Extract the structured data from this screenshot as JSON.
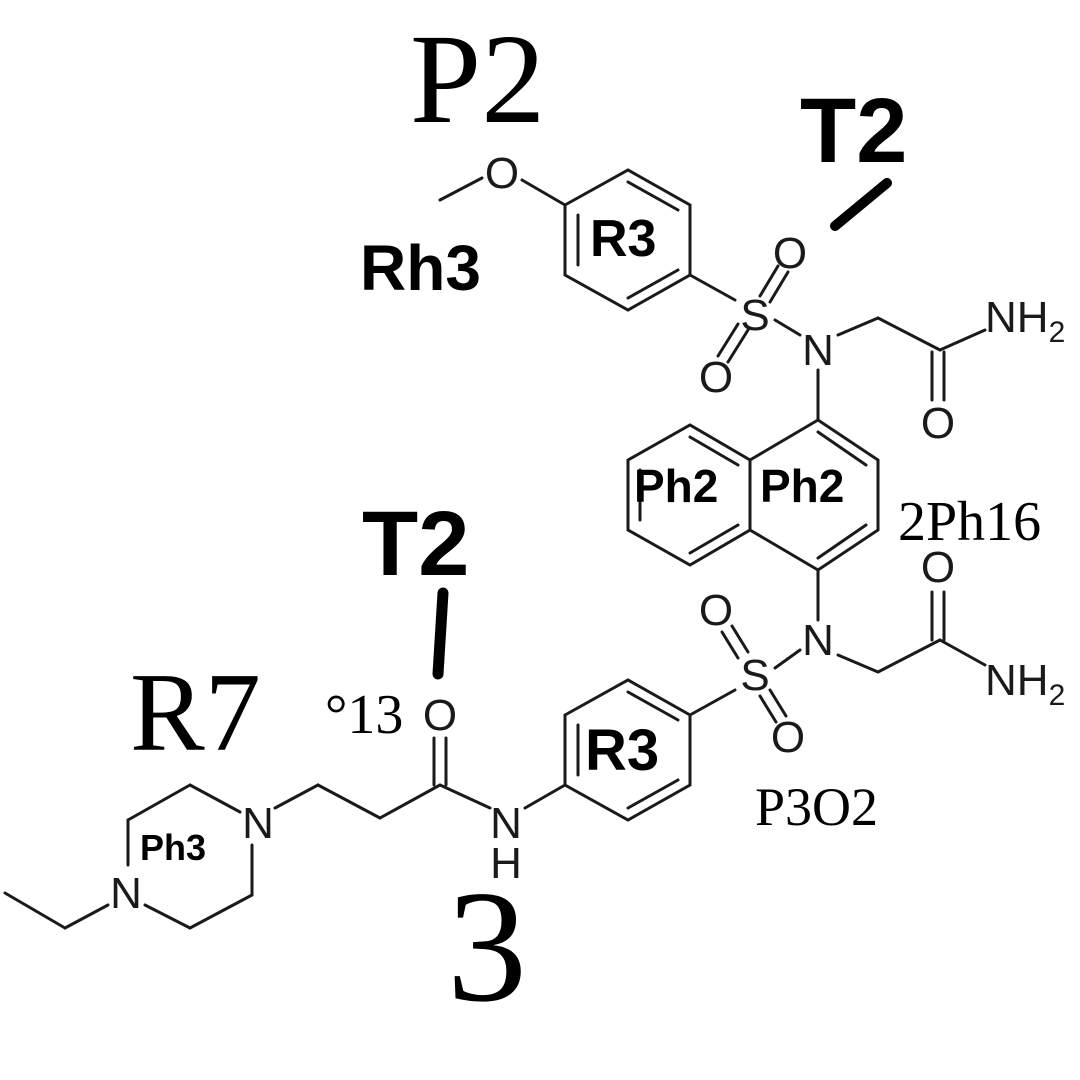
{
  "labels": {
    "top_title": "P2",
    "rh3": "Rh3",
    "t2_top": "T2",
    "t2_mid": "T2",
    "ring_r3_top": "R3",
    "ring_r3_bottom": "R3",
    "ring_ph2_left": "Ph2",
    "ring_ph2_right": "Ph2",
    "ring_ph3": "Ph3",
    "label_2ph16": "2Ph16",
    "label_r7": "R7",
    "label_deg13": "°13",
    "label_p3o2": "P3O2",
    "label_3": "3"
  },
  "atoms": {
    "o_ether": "O",
    "s_top": "S",
    "o_s_top_up": "O",
    "o_s_top_down": "O",
    "n_top": "N",
    "nh2_top": "NH",
    "nh2_top_sub": "2",
    "o_amide_top": "O",
    "s_bottom": "S",
    "o_s_bottom_up": "O",
    "o_s_bottom_down": "O",
    "n_bottom": "N",
    "o_amide_bottom": "O",
    "nh2_bottom": "NH",
    "nh2_bottom_sub": "2",
    "o_amide_left": "O",
    "n_amide": "N",
    "h_amide": "H",
    "n_pip_1": "N",
    "n_pip_2": "N"
  }
}
